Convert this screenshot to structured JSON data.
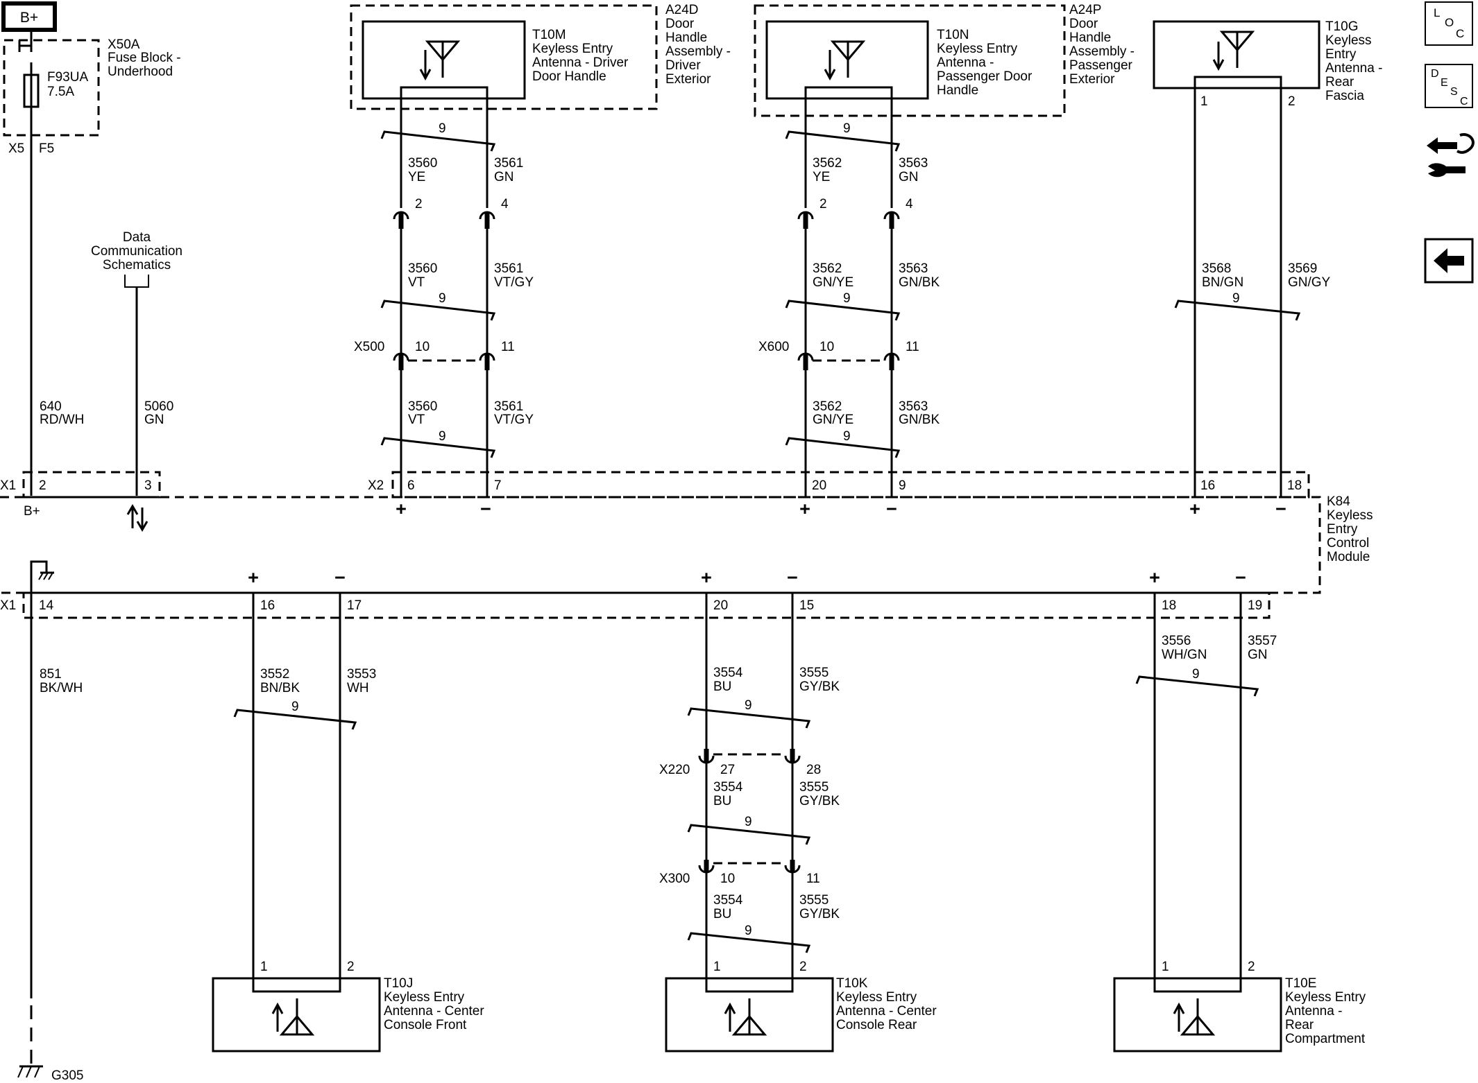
{
  "power": {
    "label": "B+"
  },
  "fuse_block": {
    "id": "X50A",
    "line1": "Fuse Block -",
    "line2": "Underhood",
    "fuse_id": "F93UA",
    "fuse_rating": "7.5A",
    "connector": "X5",
    "pin": "F5"
  },
  "power_wire": {
    "circuit": "640",
    "color": "RD/WH"
  },
  "data_comm": {
    "line1": "Data",
    "line2": "Communication",
    "line3": "Schematics",
    "circuit": "5060",
    "color": "GN"
  },
  "ground_wire": {
    "circuit": "851",
    "color": "BK/WH"
  },
  "ground": {
    "label": "G305"
  },
  "twist_label": "9",
  "module": {
    "id": "K84",
    "line1": "Keyless",
    "line2": "Entry",
    "line3": "Control",
    "line4": "Module",
    "bplus": "B+",
    "plus": "+",
    "minus": "−",
    "x1_top": "X1",
    "x2_top": "X2",
    "x1_bottom": "X1",
    "pins_top": [
      "2",
      "3",
      "6",
      "7",
      "20",
      "9",
      "16",
      "18"
    ],
    "pins_bottom": [
      "14",
      "16",
      "17",
      "20",
      "15",
      "18",
      "19"
    ]
  },
  "driver": {
    "assembly": {
      "id": "A24D",
      "l1": "Door",
      "l2": "Handle",
      "l3": "Assembly -",
      "l4": "Driver",
      "l5": "Exterior"
    },
    "antenna": {
      "id": "T10M",
      "l1": "Keyless Entry",
      "l2": "Antenna - Driver",
      "l3": "Door Handle"
    },
    "seg1": {
      "c1": "3560",
      "k1": "YE",
      "c2": "3561",
      "k2": "GN"
    },
    "inline_pins": [
      "2",
      "4"
    ],
    "seg2": {
      "c1": "3560",
      "k1": "VT",
      "c2": "3561",
      "k2": "VT/GY"
    },
    "connector": {
      "id": "X500",
      "p1": "10",
      "p2": "11"
    },
    "seg3": {
      "c1": "3560",
      "k1": "VT",
      "c2": "3561",
      "k2": "VT/GY"
    }
  },
  "passenger": {
    "assembly": {
      "id": "A24P",
      "l1": "Door",
      "l2": "Handle",
      "l3": "Assembly -",
      "l4": "Passenger",
      "l5": "Exterior"
    },
    "antenna": {
      "id": "T10N",
      "l1": "Keyless Entry",
      "l2": "Antenna -",
      "l3": "Passenger Door",
      "l4": "Handle"
    },
    "seg1": {
      "c1": "3562",
      "k1": "YE",
      "c2": "3563",
      "k2": "GN"
    },
    "inline_pins": [
      "2",
      "4"
    ],
    "seg2": {
      "c1": "3562",
      "k1": "GN/YE",
      "c2": "3563",
      "k2": "GN/BK"
    },
    "connector": {
      "id": "X600",
      "p1": "10",
      "p2": "11"
    },
    "seg3": {
      "c1": "3562",
      "k1": "GN/YE",
      "c2": "3563",
      "k2": "GN/BK"
    }
  },
  "rear_fascia": {
    "antenna": {
      "id": "T10G",
      "l1": "Keyless",
      "l2": "Entry",
      "l3": "Antenna -",
      "l4": "Rear",
      "l5": "Fascia"
    },
    "pins": [
      "1",
      "2"
    ],
    "seg": {
      "c1": "3568",
      "k1": "BN/GN",
      "c2": "3569",
      "k2": "GN/GY"
    }
  },
  "console_front": {
    "antenna": {
      "id": "T10J",
      "l1": "Keyless Entry",
      "l2": "Antenna - Center",
      "l3": "Console Front"
    },
    "pins": [
      "1",
      "2"
    ],
    "seg": {
      "c1": "3552",
      "k1": "BN/BK",
      "c2": "3553",
      "k2": "WH"
    }
  },
  "console_rear": {
    "antenna": {
      "id": "T10K",
      "l1": "Keyless Entry",
      "l2": "Antenna - Center",
      "l3": "Console Rear"
    },
    "pins": [
      "1",
      "2"
    ],
    "seg1": {
      "c1": "3554",
      "k1": "BU",
      "c2": "3555",
      "k2": "GY/BK"
    },
    "conn1": {
      "id": "X220",
      "p1": "27",
      "p2": "28"
    },
    "seg2": {
      "c1": "3554",
      "k1": "BU",
      "c2": "3555",
      "k2": "GY/BK"
    },
    "conn2": {
      "id": "X300",
      "p1": "10",
      "p2": "11"
    },
    "seg3": {
      "c1": "3554",
      "k1": "BU",
      "c2": "3555",
      "k2": "GY/BK"
    }
  },
  "rear_compartment": {
    "antenna": {
      "id": "T10E",
      "l1": "Keyless Entry",
      "l2": "Antenna -",
      "l3": "Rear",
      "l4": "Compartment"
    },
    "pins": [
      "1",
      "2"
    ],
    "seg": {
      "c1": "3556",
      "k1": "WH/GN",
      "c2": "3557",
      "k2": "GN"
    }
  },
  "side_buttons": {
    "loc": {
      "l": "L",
      "o": "O",
      "c": "C"
    },
    "desc": {
      "d": "D",
      "e": "E",
      "s": "S",
      "c": "C"
    },
    "icons": [
      "connector-views-icon",
      "back-arrow-icon"
    ]
  }
}
